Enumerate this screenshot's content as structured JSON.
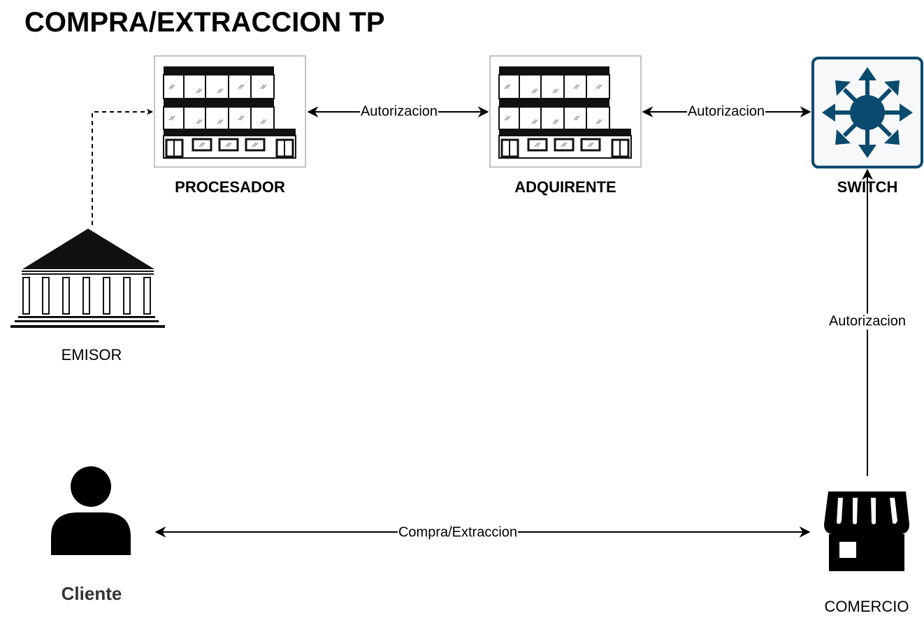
{
  "title": "COMPRA/EXTRACCION TP",
  "nodes": {
    "procesador": "PROCESADOR",
    "adquirente": "ADQUIRENTE",
    "switch": "SWITCH",
    "emisor": "EMISOR",
    "cliente": "Cliente",
    "comercio": "COMERCIO"
  },
  "edges": {
    "procesador_adquirente": "Autorizacion",
    "adquirente_switch": "Autorizacion",
    "comercio_switch": "Autorizacion",
    "cliente_comercio": "Compra/Extraccion"
  },
  "icons": {
    "procesador": "office-building-icon",
    "adquirente": "office-building-icon",
    "switch": "network-switch-icon",
    "emisor": "bank-icon",
    "cliente": "person-icon",
    "comercio": "store-icon"
  },
  "colors": {
    "switch_stroke": "#0b4a6f",
    "switch_fill": "#f7f8f9"
  }
}
